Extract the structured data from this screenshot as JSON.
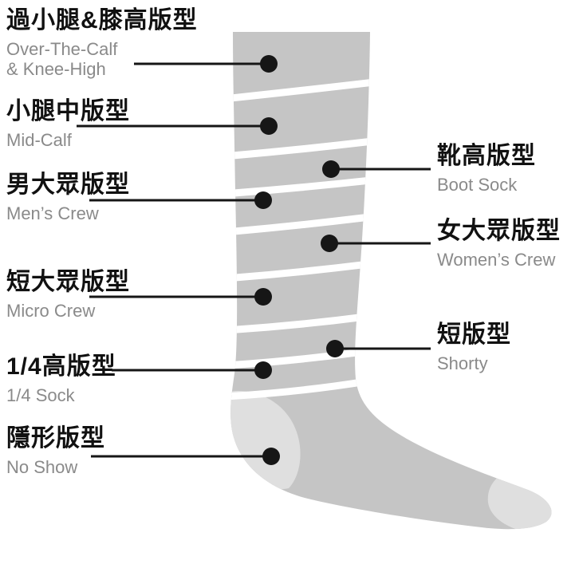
{
  "labels": [
    {
      "zh": "過小腿&膝高版型",
      "en": "Over-The-Calf\n& Knee-High",
      "side": "left"
    },
    {
      "zh": "小腿中版型",
      "en": "Mid-Calf",
      "side": "left"
    },
    {
      "zh": "男大眾版型",
      "en": "Men’s Crew",
      "side": "left"
    },
    {
      "zh": "短大眾版型",
      "en": "Micro Crew",
      "side": "left"
    },
    {
      "zh": "1/4高版型",
      "en": "1/4 Sock",
      "side": "left"
    },
    {
      "zh": "隱形版型",
      "en": "No Show",
      "side": "left"
    },
    {
      "zh": "靴高版型",
      "en": "Boot Sock",
      "side": "right"
    },
    {
      "zh": "女大眾版型",
      "en": "Women’s Crew",
      "side": "right"
    },
    {
      "zh": "短版型",
      "en": "Shorty",
      "side": "right"
    }
  ],
  "colors": {
    "background": "#ffffff",
    "sock": "#c5c5c5",
    "heel_toe": "#dfdfdf",
    "stripe": "#ffffff",
    "line": "#161616",
    "heading_text": "#111111",
    "subtext": "#8a8a8a"
  }
}
